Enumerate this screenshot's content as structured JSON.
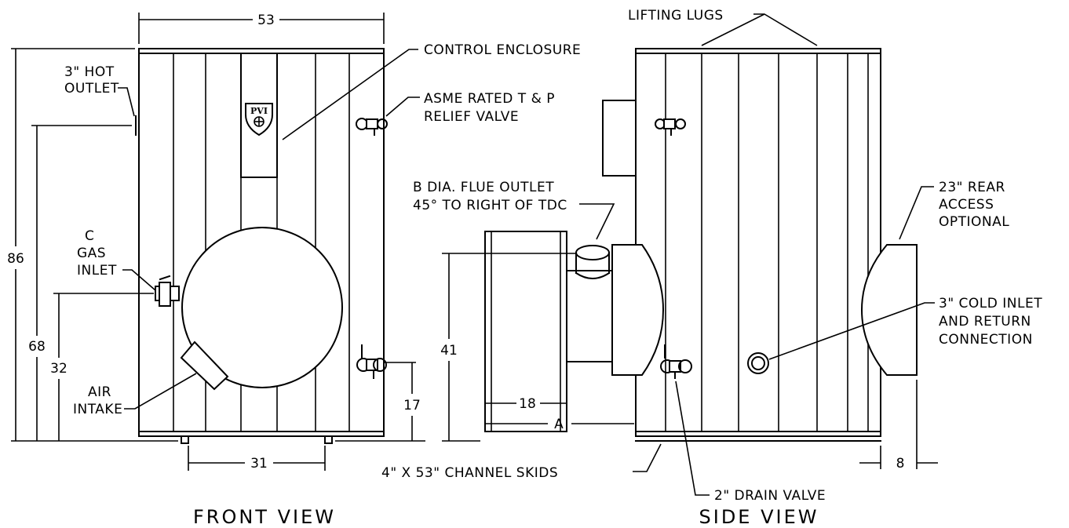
{
  "views": {
    "front_title": "FRONT VIEW",
    "side_title": "SIDE VIEW"
  },
  "logo_text": "PVI",
  "labels": {
    "hot_outlet_1": "3\" HOT",
    "hot_outlet_2": "OUTLET",
    "control_enclosure": "CONTROL ENCLOSURE",
    "relief_1": "ASME RATED T & P",
    "relief_2": "RELIEF VALVE",
    "gas_1": "C",
    "gas_2": "GAS",
    "gas_3": "INLET",
    "air_1": "AIR",
    "air_2": "INTAKE",
    "lifting_lugs": "LIFTING LUGS",
    "flue_1": "B DIA. FLUE OUTLET",
    "flue_2": "45° TO RIGHT OF TDC",
    "rear_1": "23\" REAR",
    "rear_2": "ACCESS",
    "rear_3": "OPTIONAL",
    "cold_1": "3\" COLD INLET",
    "cold_2": "AND RETURN",
    "cold_3": "CONNECTION",
    "skids": "4\" X 53\" CHANNEL SKIDS",
    "drain": "2\" DRAIN VALVE"
  },
  "dimensions": {
    "width": "53",
    "height": "86",
    "outlet_height": "68",
    "gas_height": "32",
    "drain_height": "17",
    "skid_spacing": "31",
    "burner_height": "41",
    "burner_length": "18",
    "burner_offset": "A",
    "rear_depth": "8"
  }
}
